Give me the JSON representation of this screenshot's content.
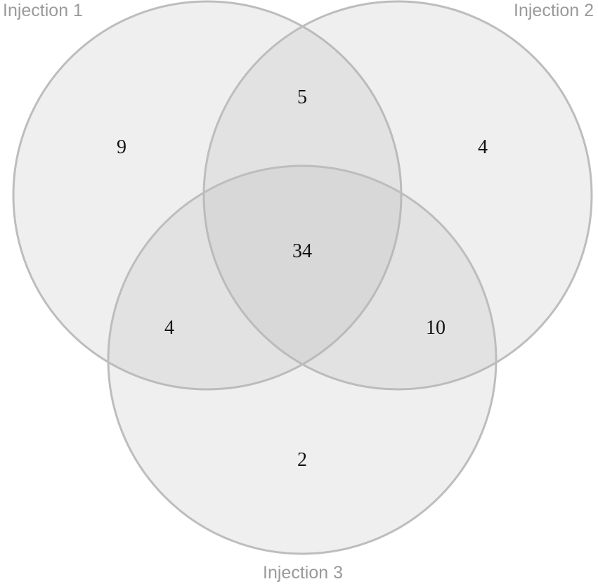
{
  "diagram": {
    "type": "venn-3",
    "fill_color": "#b4b4b4",
    "stroke_color": "#bdbdbd",
    "sets": [
      {
        "id": "A",
        "label": "Injection 1"
      },
      {
        "id": "B",
        "label": "Injection 2"
      },
      {
        "id": "C",
        "label": "Injection 3"
      }
    ],
    "regions": {
      "only_1": "9",
      "only_2": "4",
      "only_3": "2",
      "1_and_2": "5",
      "1_and_3": "4",
      "2_and_3": "10",
      "all": "34"
    }
  }
}
